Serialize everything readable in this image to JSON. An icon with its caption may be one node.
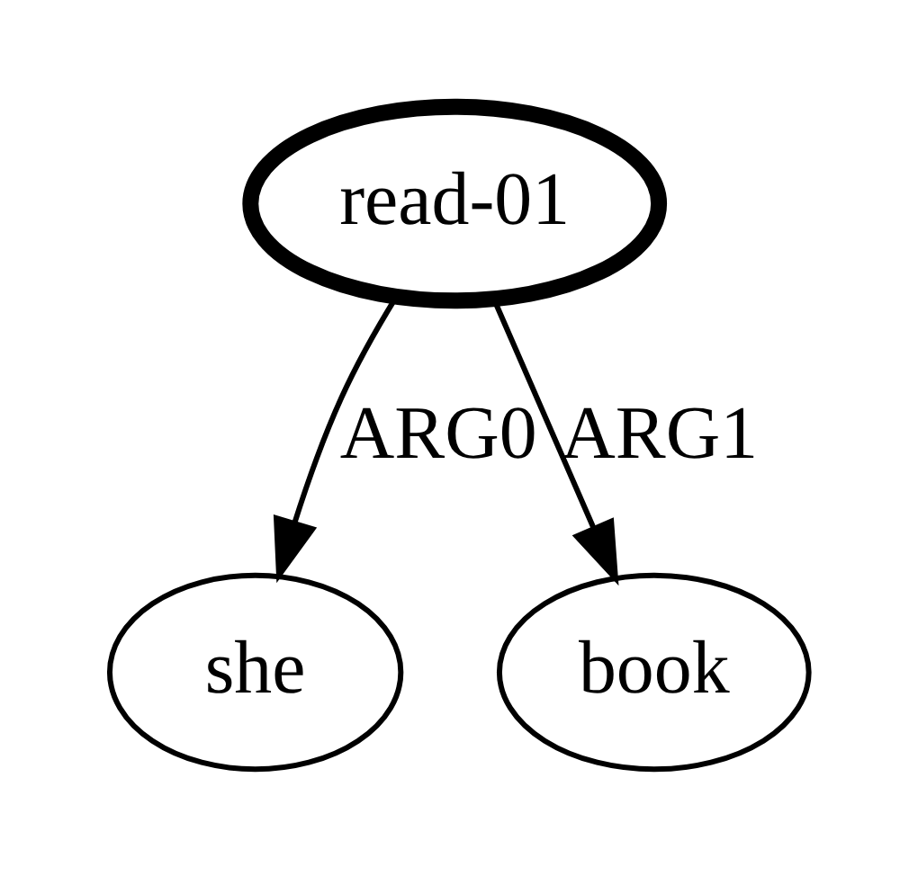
{
  "diagram": {
    "nodes": [
      {
        "text": [
          "read-01"
        ]
      },
      {
        "text": [
          "she"
        ]
      },
      {
        "text": [
          "book"
        ]
      }
    ],
    "edges": [
      {
        "from": 0,
        "to": 1,
        "arrow": "to",
        "label": "ARG0"
      },
      {
        "from": 0,
        "to": 2,
        "arrow": "to",
        "label": "ARG1"
      }
    ]
  }
}
